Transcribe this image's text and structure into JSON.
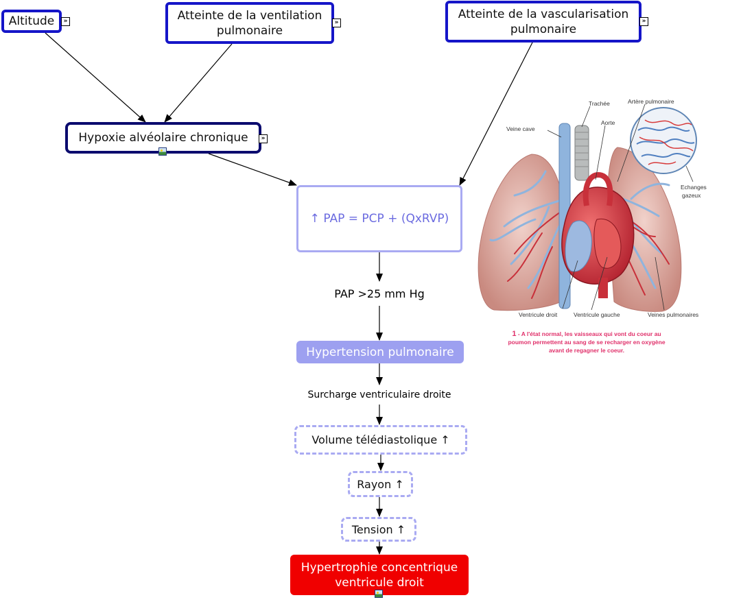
{
  "nodes": {
    "altitude": "Altitude",
    "ventilation": "Atteinte de la ventilation\npulmonaire",
    "vascularisation": "Atteinte de la vascularisation\npulmonaire",
    "hypoxie": "Hypoxie alvéolaire chronique",
    "pap_formula": "↑ PAP = PCP + (QxRVP)",
    "pap_threshold": "PAP >25 mm Hg",
    "hypertension": "Hypertension pulmonaire",
    "surcharge": "Surcharge ventriculaire droite",
    "volume": "Volume télédiastolique ↑",
    "rayon": "Rayon ↑",
    "tension": "Tension ↑",
    "hypertrophie": "Hypertrophie concentrique\nventricule droit"
  },
  "illustration": {
    "labels": {
      "trachee": "Trachée",
      "artere_pulmonaire": "Artère pulmonaire",
      "veine_cave": "Veine cave",
      "aorte": "Aorte",
      "echanges": "Echanges\ngazeux",
      "ventricule_droit": "Ventricule droit",
      "ventricule_gauche": "Ventricule gauche",
      "veines_pulmonaires": "Veines pulmonaires"
    },
    "caption_number": "1",
    "caption": " - A l'état normal, les vaisseaux qui vont du coeur au poumon permettent au sang de se recharger en oxygène avant de regagner le coeur."
  },
  "icons": {
    "expander": "double-chevron-right-icon",
    "attached_image": "image-icon"
  },
  "colors": {
    "root_border": "#1515c8",
    "hypoxie_border": "#0b0b6e",
    "pap_border": "#a9aaf2",
    "pap_text": "#6b6be0",
    "hypertension_fill": "#9da0f0",
    "hypertrophie_fill": "#f00000",
    "lung": "#d9a39a",
    "vein_blue": "#8fb4dd",
    "artery_red": "#c8303a",
    "caption": "#e0306a"
  }
}
